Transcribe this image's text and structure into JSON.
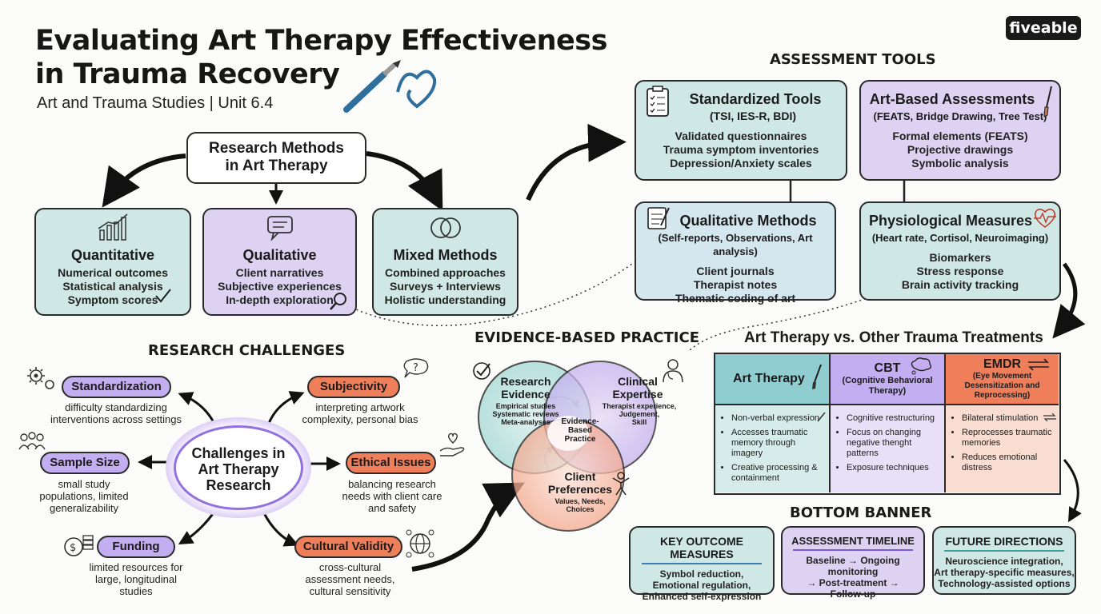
{
  "header": {
    "title_line1": "Evaluating Art Therapy Effectiveness",
    "title_line2": "in Trauma Recovery",
    "subtitle": "Art and Trauma Studies | Unit 6.4",
    "brand": "fiveable"
  },
  "research_methods": {
    "title_line1": "Research Methods",
    "title_line2": "in Art Therapy",
    "items": [
      {
        "title": "Quantitative",
        "lines": [
          "Numerical outcomes",
          "Statistical analysis",
          "Symptom scores"
        ]
      },
      {
        "title": "Qualitative",
        "lines": [
          "Client narratives",
          "Subjective experiences",
          "In-depth exploration"
        ]
      },
      {
        "title": "Mixed Methods",
        "lines": [
          "Combined approaches",
          "Surveys + Interviews",
          "Holistic understanding"
        ]
      }
    ]
  },
  "assessment_tools": {
    "heading": "ASSESSMENT TOOLS",
    "cards": [
      {
        "title": "Standardized Tools",
        "sub": "(TSI, IES-R, BDI)",
        "lines": [
          "Validated questionnaires",
          "Trauma symptom inventories",
          "Depression/Anxiety scales"
        ]
      },
      {
        "title": "Art-Based Assessments",
        "sub": "(FEATS, Bridge Drawing, Tree Test)",
        "lines": [
          "Formal elements (FEATS)",
          "Projective drawings",
          "Symbolic analysis"
        ]
      },
      {
        "title": "Qualitative Methods",
        "sub": "(Self-reports, Observations, Art analysis)",
        "lines": [
          "Client journals",
          "Therapist notes",
          "Thematic coding of art"
        ]
      },
      {
        "title": "Physiological Measures",
        "sub": "(Heart rate, Cortisol, Neuroimaging)",
        "lines": [
          "Biomarkers",
          "Stress response",
          "Brain activity tracking"
        ]
      }
    ]
  },
  "research_challenges": {
    "heading": "RESEARCH CHALLENGES",
    "center_line1": "Challenges in",
    "center_line2": "Art Therapy",
    "center_line3": "Research",
    "items": [
      {
        "label": "Standardization",
        "desc1": "difficulty standardizing",
        "desc2": "interventions across settings",
        "desc3": ""
      },
      {
        "label": "Sample Size",
        "desc1": "small study",
        "desc2": "populations, limited",
        "desc3": "generalizability"
      },
      {
        "label": "Funding",
        "desc1": "limited resources for",
        "desc2": "large, longitudinal",
        "desc3": "studies"
      },
      {
        "label": "Subjectivity",
        "desc1": "interpreting artwork",
        "desc2": "complexity, personal bias",
        "desc3": ""
      },
      {
        "label": "Ethical Issues",
        "desc1": "balancing research",
        "desc2": "needs with client care",
        "desc3": "and safety"
      },
      {
        "label": "Cultural Validity",
        "desc1": "cross-cultural",
        "desc2": "assessment needs,",
        "desc3": "cultural sensitivity"
      }
    ]
  },
  "evidence_based": {
    "heading": "EVIDENCE-BASED PRACTICE",
    "research": {
      "title1": "Research",
      "title2": "Evidence",
      "d1": "Empirical studies",
      "d2": "Systematic reviews",
      "d3": "Meta-analyses"
    },
    "clinical": {
      "title1": "Clinical",
      "title2": "Expertise",
      "d1": "Therapist experience,",
      "d2": "Judgement,",
      "d3": "Skill"
    },
    "client": {
      "title1": "Client",
      "title2": "Preferences",
      "d1": "Values, Needs,",
      "d2": "Choices"
    },
    "center1": "Evidence-",
    "center2": "Based",
    "center3": "Practice"
  },
  "comparison": {
    "heading": "Art Therapy vs. Other Trauma Treatments",
    "columns": [
      {
        "title": "Art Therapy",
        "sub": "",
        "items": [
          "Non-verbal expression",
          "Accesses traumatic memory through imagery",
          "Creative processing & containment"
        ]
      },
      {
        "title": "CBT",
        "sub": "(Cognitive Behavioral Therapy)",
        "items": [
          "Cognitive restructuring",
          "Focus on changing negative thenght patterns",
          "Exposure techniques"
        ]
      },
      {
        "title": "EMDR",
        "sub": "(Eye Movement Desensitization and Reprocessing)",
        "items": [
          "Bilateral stimulation",
          "Reprocesses traumatic memories",
          "Reduces emotional distress"
        ]
      }
    ]
  },
  "bottom_banner": {
    "heading": "BOTTOM BANNER",
    "cards": [
      {
        "title": "KEY OUTCOME MEASURES",
        "l1": "Symbol reduction,",
        "l2": "Emotional regulation,",
        "l3": "Enhanced self-expression"
      },
      {
        "title": "ASSESSMENT TIMELINE",
        "l1": "Baseline → Ongoing monitoring",
        "l2": "→ Post-treatment →",
        "l3": "Follow-up"
      },
      {
        "title": "FUTURE DIRECTIONS",
        "l1": "Neuroscience integration,",
        "l2": "Art therapy-specific measures,",
        "l3": "Technology-assisted options"
      }
    ]
  },
  "colors": {
    "teal": "#cfe8e6",
    "purple": "#ddd2f1",
    "orange": "#f7c6a9",
    "peach": "#f9ddd0",
    "art_therapy_header": "#8fcdd0",
    "cbt_header": "#c2aef0",
    "emdr_header": "#ef7f5b"
  }
}
